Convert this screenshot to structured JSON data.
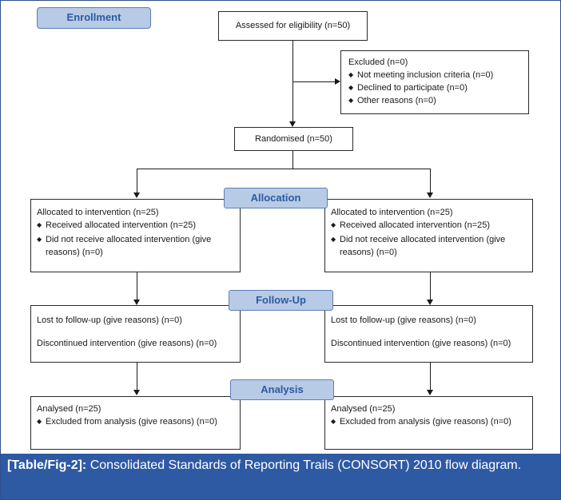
{
  "stages": {
    "enrollment": "Enrollment",
    "allocation": "Allocation",
    "followup": "Follow-Up",
    "analysis": "Analysis"
  },
  "eligibility": "Assessed for eligibility (n=50)",
  "excluded": {
    "title": "Excluded (n=0)",
    "items": [
      "Not meeting inclusion criteria (n=0)",
      "Declined to participate (n=0)",
      "Other reasons (n=0)"
    ]
  },
  "randomised": "Randomised (n=50)",
  "arms": [
    {
      "allocation": {
        "title": "Allocated to intervention (n=25)",
        "received": "Received allocated intervention (n=25)",
        "not_received": "Did not receive allocated intervention (give reasons) (n=0)"
      },
      "followup": {
        "lost": "Lost to follow-up (give reasons) (n=0)",
        "discontinued": "Discontinued intervention (give reasons) (n=0)"
      },
      "analysis": {
        "analysed": "Analysed (n=25)",
        "excluded": "Excluded from analysis (give reasons) (n=0)"
      }
    },
    {
      "allocation": {
        "title": "Allocated to intervention (n=25)",
        "received": "Received allocated intervention (n=25)",
        "not_received": "Did not receive allocated intervention (give reasons) (n=0)"
      },
      "followup": {
        "lost": "Lost to follow-up (give reasons) (n=0)",
        "discontinued": "Discontinued intervention (give reasons) (n=0)"
      },
      "analysis": {
        "analysed": "Analysed (n=25)",
        "excluded": "Excluded from analysis (give reasons) (n=0)"
      }
    }
  ],
  "bullet": "◆",
  "caption": {
    "label": "[Table/Fig-2]:",
    "text": " Consolidated Standards of Reporting Trails (CONSORT) 2010 flow diagram."
  }
}
